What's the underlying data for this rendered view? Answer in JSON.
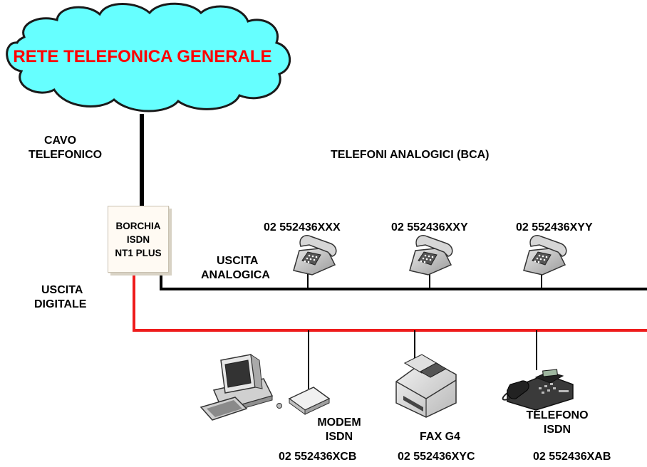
{
  "cloud": {
    "label": "RETE TELEFONICA GENERALE",
    "fill": "#66ffff",
    "text_color": "#ff0000"
  },
  "cable_label": {
    "line1": "CAVO",
    "line2": "TELEFONICO"
  },
  "analog_header": "TELEFONI ANALOGICI (BCA)",
  "borchia": {
    "line1": "BORCHIA",
    "line2": "ISDN",
    "line3": "NT1 PLUS"
  },
  "analog_out": {
    "line1": "USCITA",
    "line2": "ANALOGICA"
  },
  "digital_out": {
    "line1": "USCITA",
    "line2": "DIGITALE"
  },
  "analog_phones": [
    {
      "number": "02 552436XXX"
    },
    {
      "number": "02 552436XXY"
    },
    {
      "number": "02 552436XYY"
    }
  ],
  "digital_devices": [
    {
      "name_line1": "MODEM",
      "name_line2": "ISDN",
      "number": "02 552436XCB"
    },
    {
      "name_line1": "FAX G4",
      "number": "02 552436XYC"
    },
    {
      "name_line1": "TELEFONO",
      "name_line2": "ISDN",
      "number": "02 552436XAB"
    }
  ],
  "colors": {
    "analog_line": "#000000",
    "digital_line": "#ee1c1c"
  }
}
